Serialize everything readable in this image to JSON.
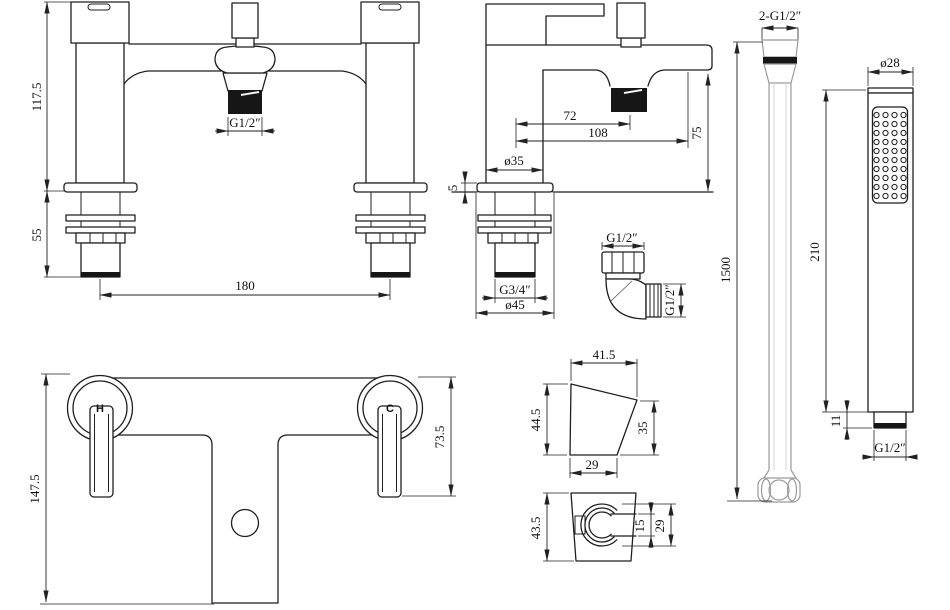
{
  "front_view": {
    "height_above_deck": "117.5",
    "below_deck_length": "55",
    "tap_centres": "180",
    "outlet_thread": "G1/2″"
  },
  "side_view": {
    "outlet_offset": "72",
    "spout_reach": "108",
    "spout_height": "75",
    "body_diameter": "ø35",
    "deck_thickness": "5",
    "inlet_thread": "G3/4″",
    "flange_diameter": "ø45"
  },
  "elbow": {
    "nut_thread": "G1/2″",
    "outlet_thread": "G1/2″"
  },
  "hose": {
    "end_threads": "2-G1/2″",
    "length": "1500"
  },
  "handset": {
    "diameter": "ø28",
    "length": "210",
    "spigot_length": "11",
    "thread": "G1/2″"
  },
  "plan_view": {
    "hot_label": "H",
    "cold_label": "C",
    "overall_depth": "147.5",
    "handle_reach": "73.5"
  },
  "bracket_side": {
    "top_width": "41.5",
    "front_height": "44.5",
    "back_height": "35",
    "base_width": "29"
  },
  "bracket_front": {
    "height": "43.5",
    "slot_width": "15",
    "clip_diameter": "29"
  }
}
